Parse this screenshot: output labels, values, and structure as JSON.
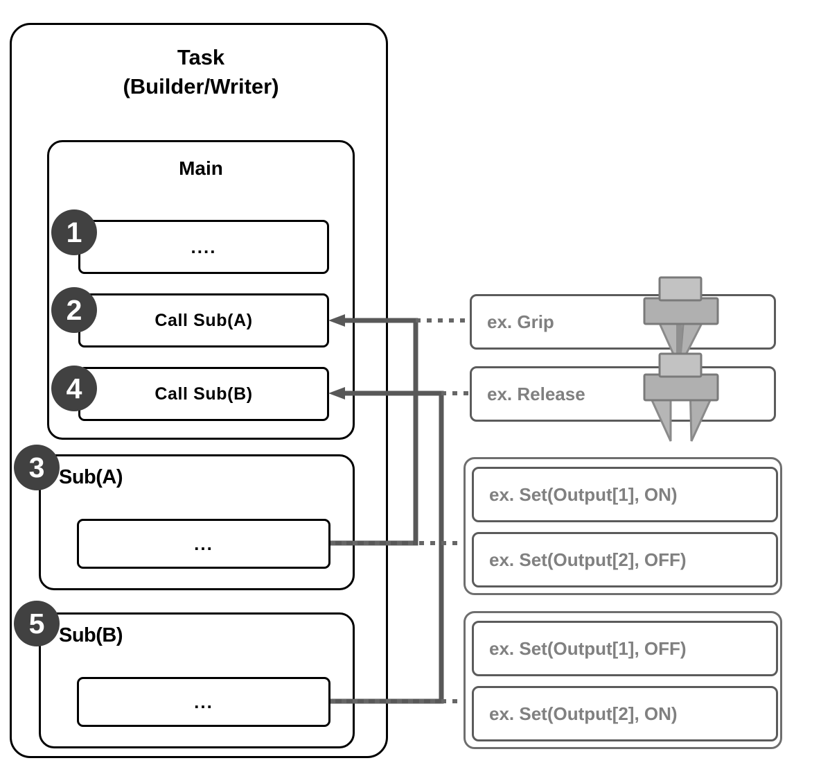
{
  "diagram": {
    "title": "Task\n(Builder/Writer)",
    "main": {
      "title": "Main",
      "statements": [
        {
          "badge": "1",
          "text": "...."
        },
        {
          "badge": "2",
          "text": "Call Sub(A)"
        },
        {
          "badge": "4",
          "text": "Call Sub(B)"
        }
      ]
    },
    "subroutines": [
      {
        "badge": "3",
        "title": "Sub(A)",
        "body": "..."
      },
      {
        "badge": "5",
        "title": "Sub(B)",
        "body": "..."
      }
    ],
    "examples": {
      "grip": {
        "label": "ex. Grip",
        "icon": "gripper-closed-icon"
      },
      "release": {
        "label": "ex. Release",
        "icon": "gripper-open-icon"
      },
      "group_a": [
        "ex. Set(Output[1], ON)",
        "ex. Set(Output[2], OFF)"
      ],
      "group_b": [
        "ex. Set(Output[1], OFF)",
        "ex. Set(Output[2], ON)"
      ]
    },
    "colors": {
      "outline": "#000000",
      "badge_fill": "#414141",
      "badge_text": "#ffffff",
      "example_outline": "#5b5b5b",
      "example_text": "#808080",
      "connector": "#585858",
      "gripper_fill": "#b0b0b0",
      "gripper_stroke": "#7a7a7a"
    }
  }
}
